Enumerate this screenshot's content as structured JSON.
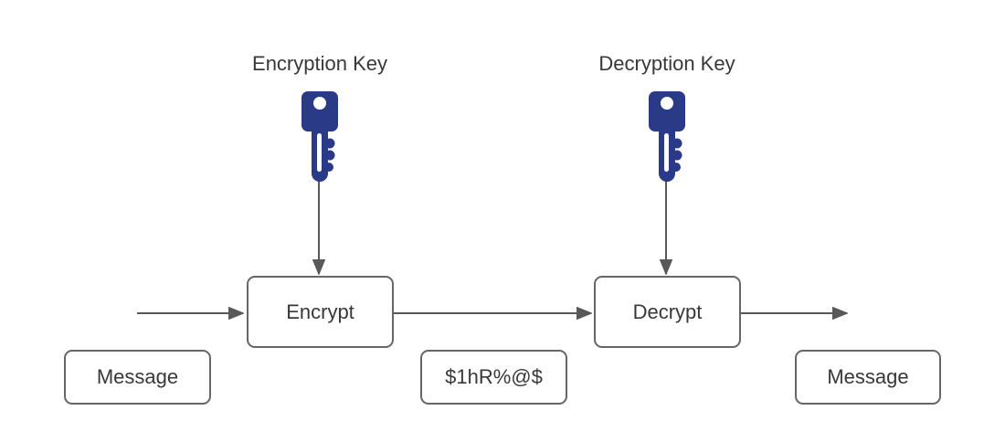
{
  "diagram": {
    "key_labels": {
      "encryption": "Encryption Key",
      "decryption": "Decryption Key"
    },
    "boxes": {
      "message_in": "Message",
      "encrypt": "Encrypt",
      "ciphertext": "$1hR%@$",
      "decrypt": "Decrypt",
      "message_out": "Message"
    },
    "icons": {
      "encryption": "key-icon",
      "decryption": "key-icon"
    },
    "colors": {
      "key_fill": "#2b3a87",
      "box_border": "#666666",
      "arrow": "#595959",
      "text": "#383838",
      "background": "#ffffff"
    }
  }
}
